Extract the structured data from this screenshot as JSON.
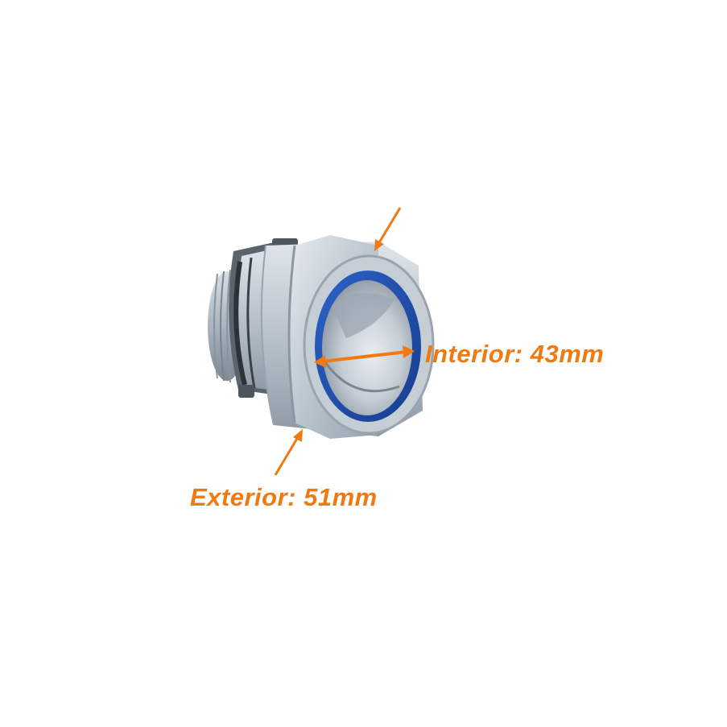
{
  "annotations": {
    "interior_label": "Interior: 43mm",
    "exterior_label": "Exterior: 51mm"
  },
  "colors": {
    "annotation": "#f07a12",
    "background": "#ffffff",
    "metal": "#b8c2cc",
    "seal": "#1f4fb0"
  },
  "icons": {
    "product": "conduit-connector-fitting",
    "arrow": "measurement-arrow"
  }
}
